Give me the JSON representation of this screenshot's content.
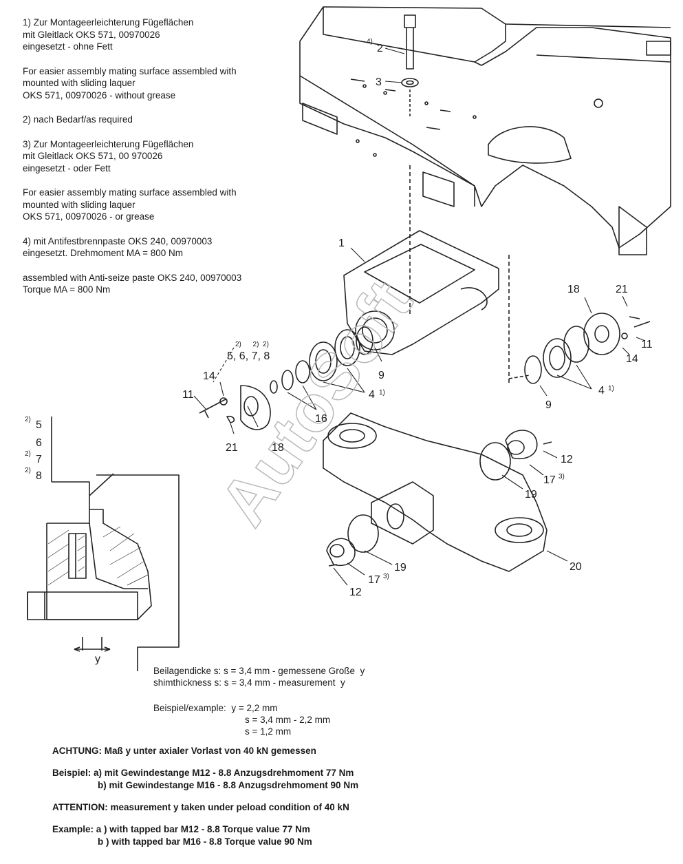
{
  "notes": [
    {
      "id": "n1",
      "text": "1) Zur Montageerleichterung Fügeflächen\n    mit Gleitlack OKS 571, 00970026\n    eingesetzt - ohne Fett"
    },
    {
      "id": "n1e",
      "text": "    For easier assembly mating surface assembled with\n    mounted with sliding laquer\n    OKS 571, 00970026 - without grease"
    },
    {
      "id": "n2",
      "text": "2) nach Bedarf/as required"
    },
    {
      "id": "n3",
      "text": "3) Zur Montageerleichterung Fügeflächen\n    mit Gleitlack OKS 571, 00 970026\n    eingesetzt - oder Fett"
    },
    {
      "id": "n3e",
      "text": "    For easier assembly mating surface assembled with\n    mounted with sliding laquer\n    OKS 571, 00970026 - or grease"
    },
    {
      "id": "n4",
      "text": "4) mit Antifestbrennpaste OKS 240, 00970003\n    eingesetzt. Drehmoment MA = 800 Nm"
    },
    {
      "id": "n4e",
      "text": "    assembled with Anti-seize paste OKS 240, 00970003\n     Torque MA = 800 Nm"
    }
  ],
  "callouts": {
    "c1": "1",
    "c2": "2",
    "c2sup": "4)",
    "c3": "3",
    "c4a": "4",
    "c4asup": "1)",
    "c4b": "4",
    "c4bsup": "1)",
    "c5678": "5, 6, 7, 8",
    "c5678sup": "2)      2)  2)",
    "c9a": "9",
    "c9b": "9",
    "c11a": "11",
    "c11b": "11",
    "c12a": "12",
    "c12b": "12",
    "c14a": "14",
    "c14b": "14",
    "c16": "16",
    "c17a": "17",
    "c17asup": "3)",
    "c17b": "17",
    "c17bsup": "3)",
    "c18a": "18",
    "c18b": "18",
    "c19a": "19",
    "c19b": "19",
    "c20": "20",
    "c21a": "21",
    "c21b": "21",
    "d5": "5",
    "d5sup": "2)",
    "d6": "6",
    "d7": "7",
    "d7sup": "2)",
    "d8": "8",
    "d8sup": "2)",
    "y": "y"
  },
  "watermark": "AutoSoft",
  "shim": {
    "line1": "Beilagendicke s: s = 3,4 mm - gemessene Große  y",
    "line2": "shimthickness s: s = 3,4 mm - measurement  y"
  },
  "example": {
    "label": "Beispiel/example:",
    "r1": "y = 2,2 mm",
    "r2": "s = 3,4 mm - 2,2 mm",
    "r3": "s = 1,2 mm"
  },
  "bottom": {
    "achtung": "ACHTUNG: Maß y unter axialer Vorlast von 40 kN gemessen",
    "beispiel_a": "Beispiel: a) mit Gewindestange M12 - 8.8 Anzugsdrehmoment 77 Nm",
    "beispiel_b": "b) mit Gewindestange M16 - 8.8 Anzugsdrehmoment 90 Nm",
    "attention": "ATTENTION: measurement y taken under peload condition of 40 kN",
    "example_a": "Example: a ) with tapped bar M12 - 8.8 Torque value 77 Nm",
    "example_b": "b ) with tapped bar M16 -  8.8 Torque value 90 Nm"
  }
}
